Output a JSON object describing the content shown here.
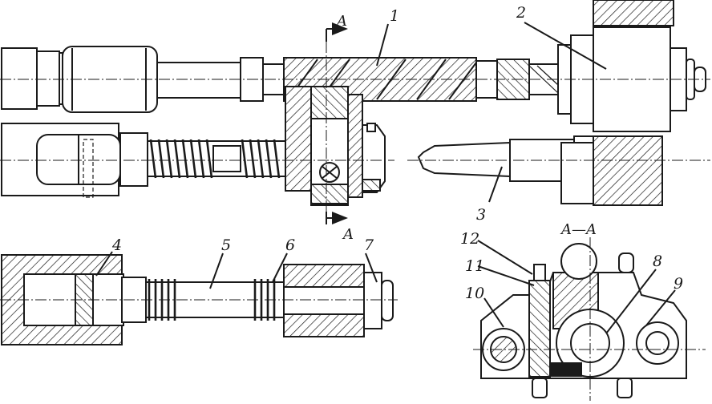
{
  "labels": {
    "l1": "1",
    "l2": "2",
    "l3": "3",
    "l4": "4",
    "l5": "5",
    "l6": "6",
    "l7": "7",
    "l8": "8",
    "l9": "9",
    "l10": "10",
    "l11": "11",
    "l12": "12"
  },
  "section": {
    "mark_top": "A",
    "mark_bottom": "A",
    "title": "A—A"
  }
}
